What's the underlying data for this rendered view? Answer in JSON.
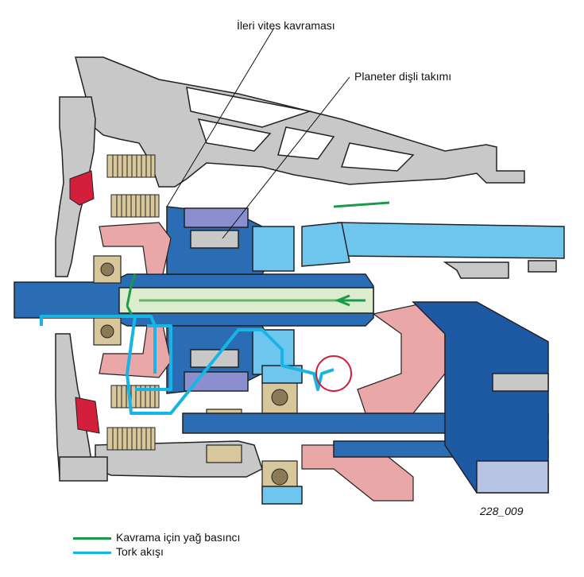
{
  "labels": {
    "forward_clutch": "İleri vites kavraması",
    "planetary_set": "Planeter dişli takımı"
  },
  "figure_id": "228_009",
  "legend": [
    {
      "text": "Kavrama için yağ basıncı",
      "color": "#1a9a4a"
    },
    {
      "text": "Tork akışı",
      "color": "#15b6e6"
    }
  ],
  "colors": {
    "housing": "#c8c8c8",
    "shaft_blue": "#2a6db5",
    "light_blue": "#6ec6ef",
    "purple": "#8b8fd0",
    "pink": "#e9a7a7",
    "red": "#d21f3c",
    "tan": "#d8c79a",
    "green_oil": "#1a9a4a",
    "cyan_torque": "#15b6e6"
  }
}
